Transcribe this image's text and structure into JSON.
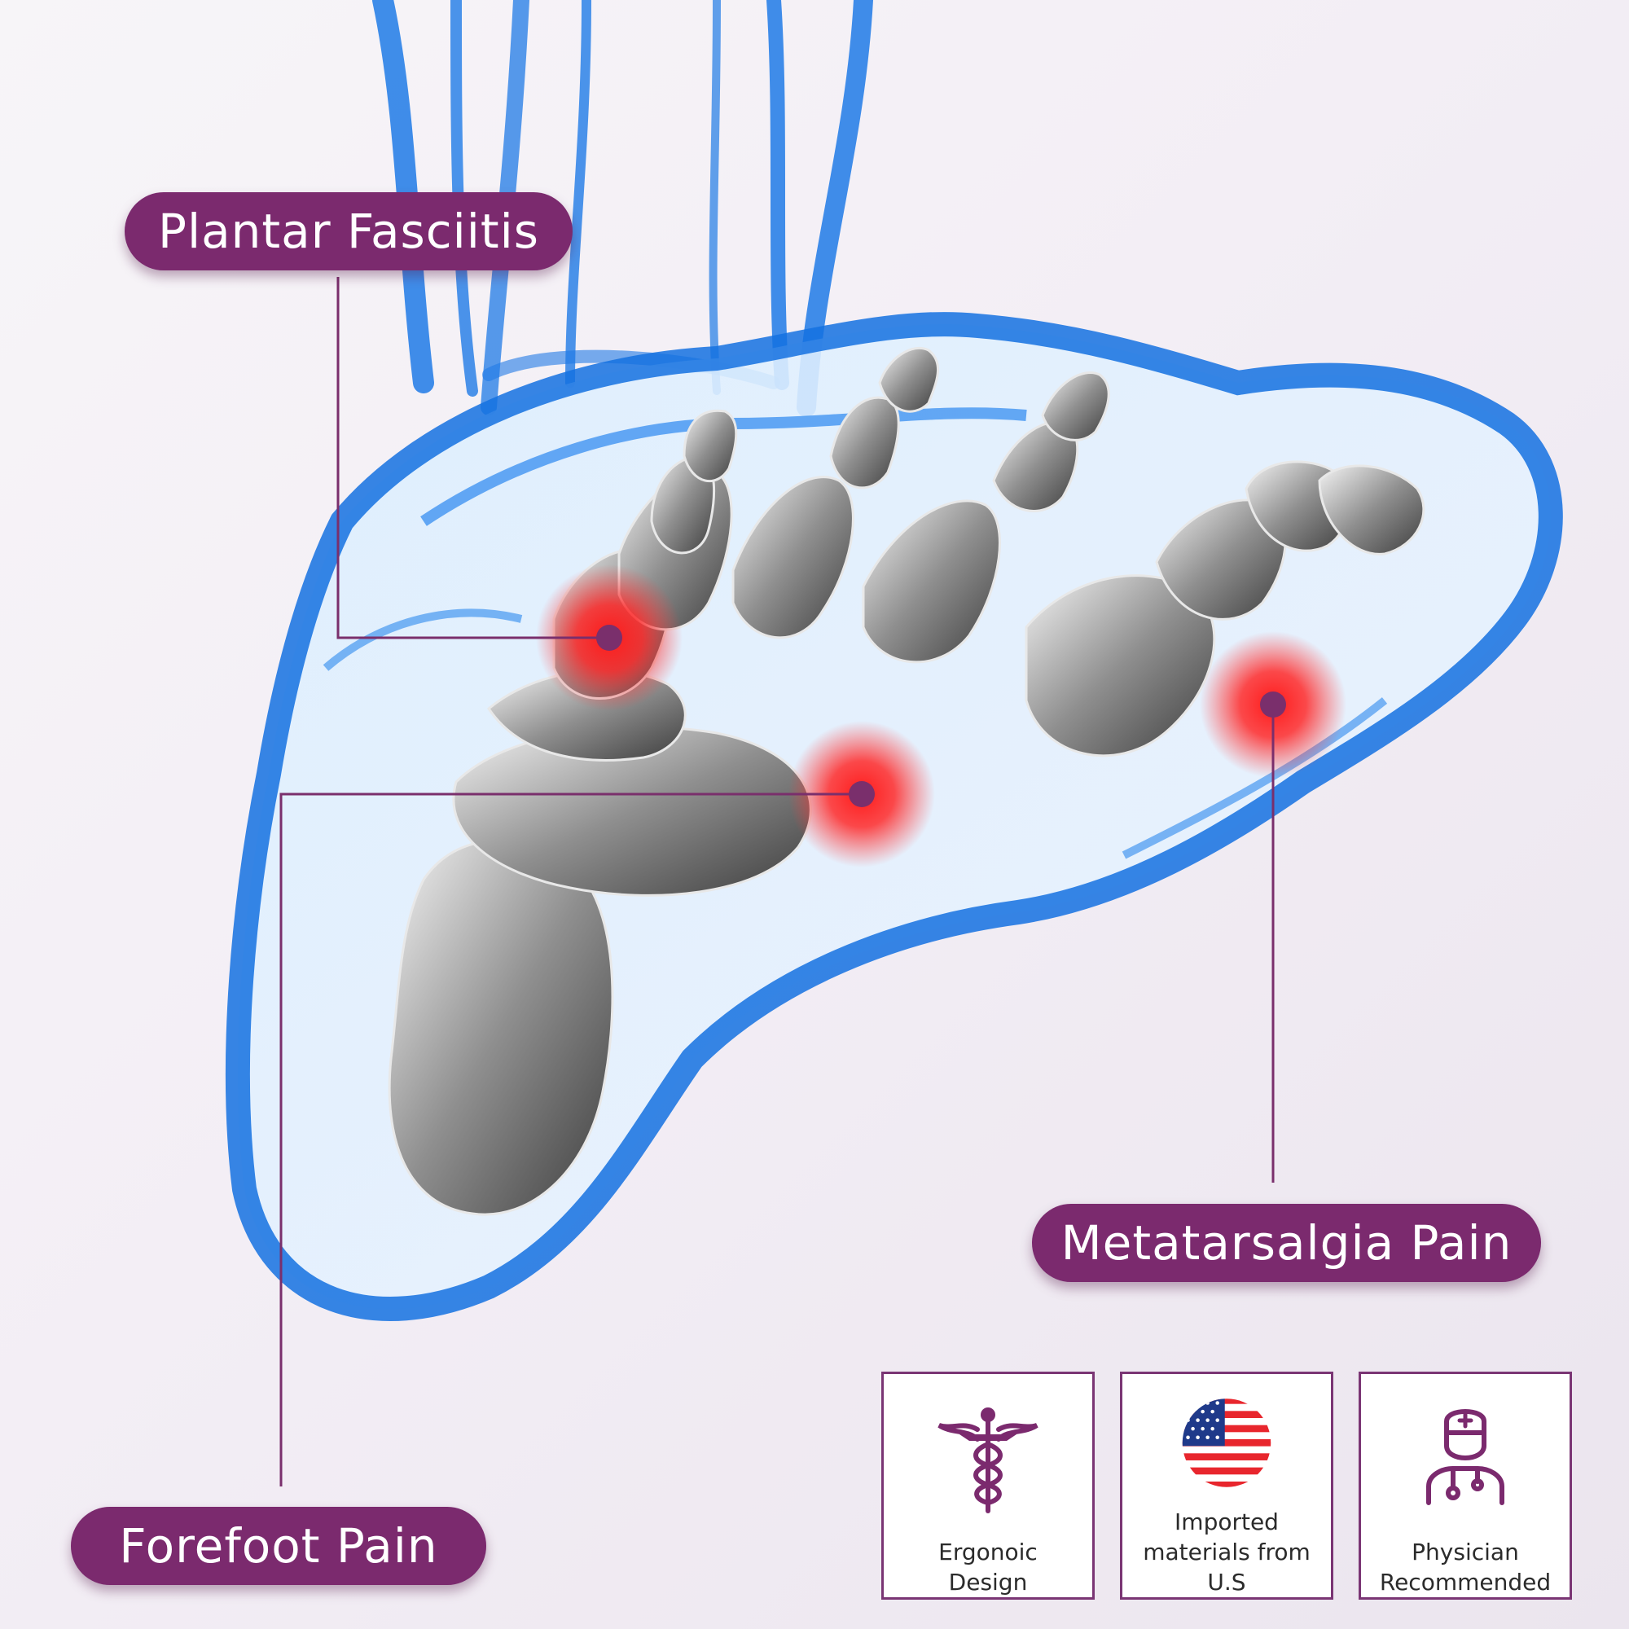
{
  "colors": {
    "accent": "#7b2a6e",
    "pain": "#ff2020",
    "leader": "#7a2f6c",
    "skin": "#1a7ee8",
    "bone": "#8a8a8a"
  },
  "labels": {
    "plantar": "Plantar Fasciitis",
    "forefoot": "Forefoot Pain",
    "metatarsalgia": "Metatarsalgia Pain"
  },
  "badges": [
    {
      "icon": "caduceus-icon",
      "line1": "Ergonoic",
      "line2": "Design"
    },
    {
      "icon": "us-flag-icon",
      "line1": "Imported",
      "line2": "materials from U.S"
    },
    {
      "icon": "physician-icon",
      "line1": "Physician",
      "line2": "Recommended"
    }
  ]
}
